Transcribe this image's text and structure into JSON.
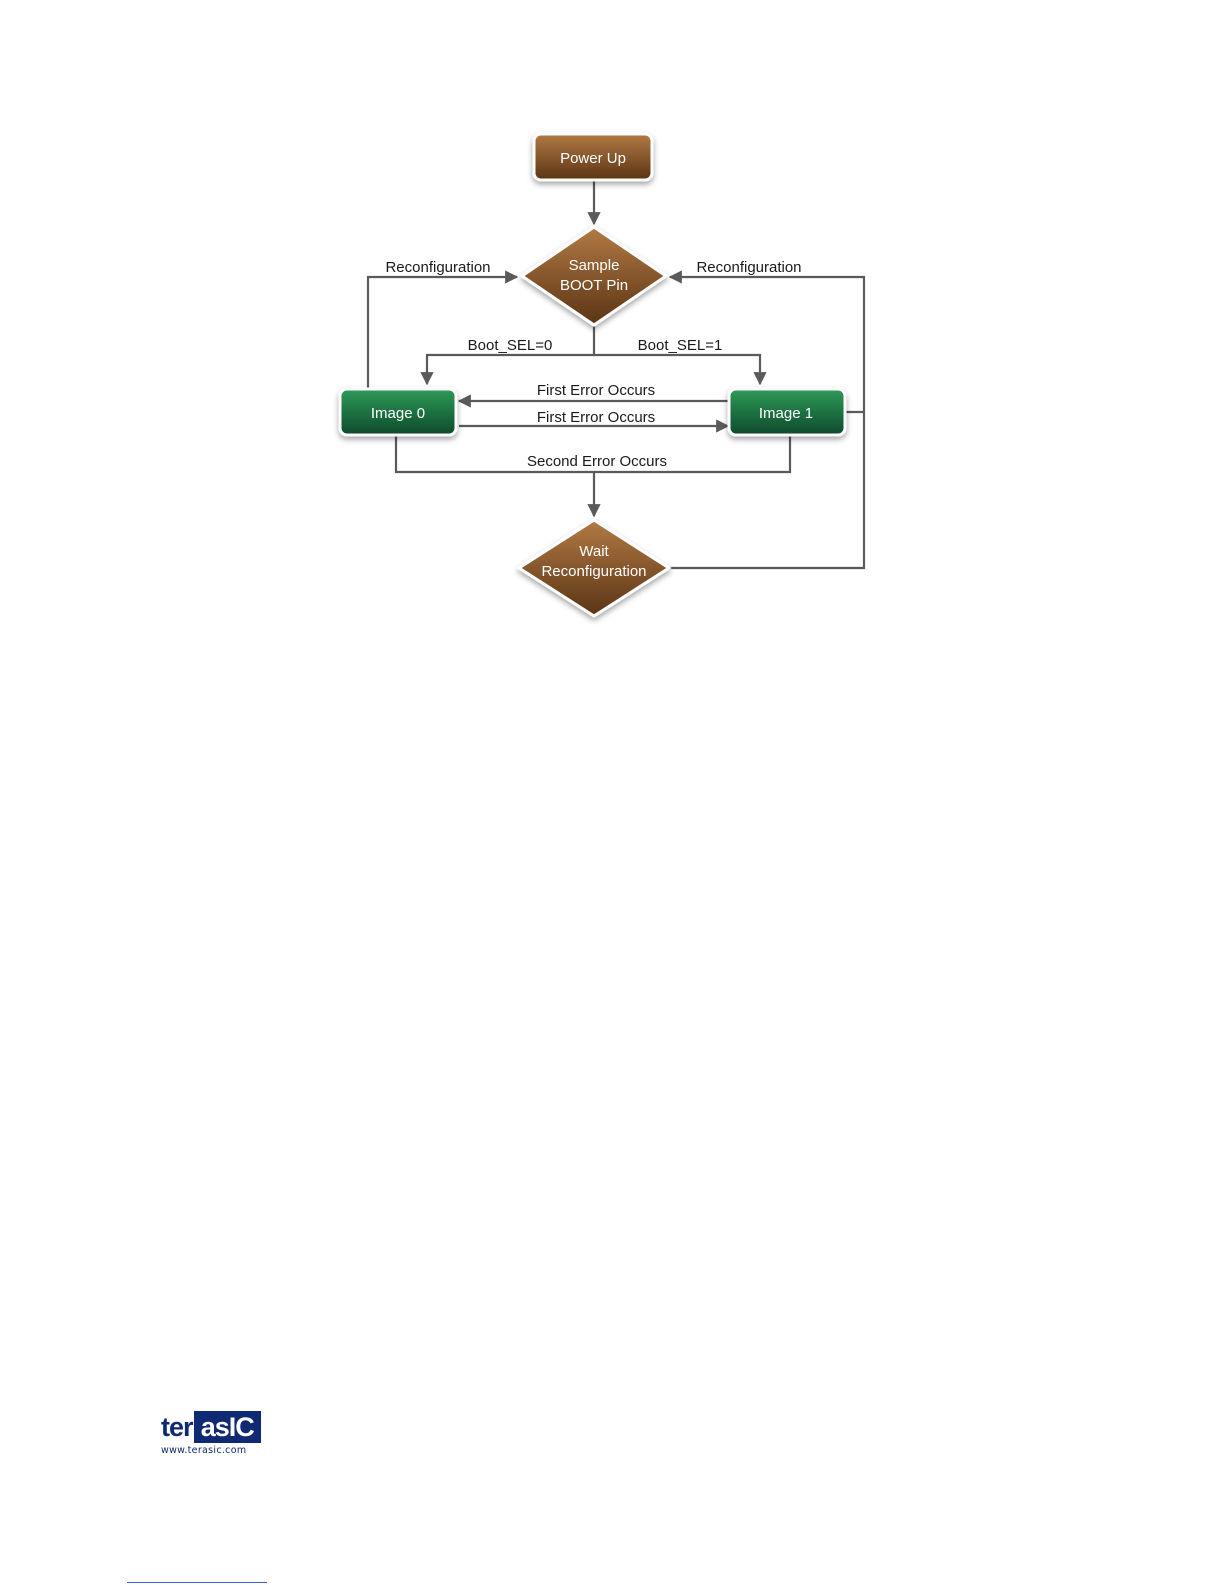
{
  "nodes": {
    "power_up": "Power Up",
    "sample_boot_pin": [
      "Sample",
      "BOOT Pin"
    ],
    "image0": "Image 0",
    "image1": "Image 1",
    "wait_reconfiguration": [
      "Wait",
      "Reconfiguration"
    ]
  },
  "edges": {
    "reconfig_left": "Reconfiguration",
    "reconfig_right": "Reconfiguration",
    "boot_sel_0": "Boot_SEL=0",
    "boot_sel_1": "Boot_SEL=1",
    "first_error_1_to_0": "First Error Occurs",
    "first_error_0_to_1": "First Error Occurs",
    "second_error": "Second Error Occurs"
  },
  "colors": {
    "brown_top": "#b27a44",
    "brown_bottom": "#5a3415",
    "green_top": "#2f9a58",
    "green_bottom": "#0d4a2b",
    "edge": "#5a5a5a"
  },
  "logo": {
    "ter": "ter",
    "asic": "asIC",
    "url": "www.terasic.com"
  }
}
